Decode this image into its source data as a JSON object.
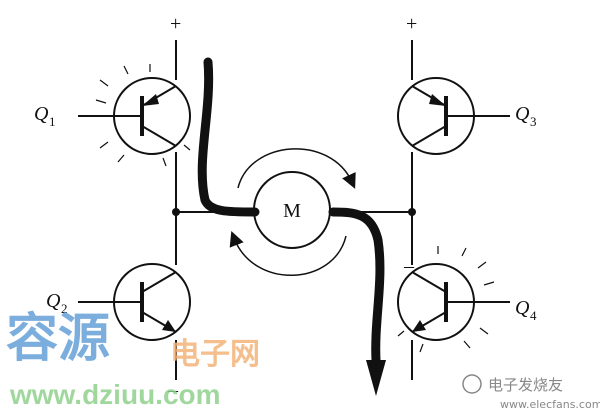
{
  "diagram": {
    "motor_label": "M",
    "supply_plus_left": "+",
    "supply_plus_right": "+",
    "supply_minus_left": "–",
    "supply_minus_right": "–",
    "transistors": [
      {
        "id": "q1",
        "letter": "Q",
        "sub": "1",
        "state": "on"
      },
      {
        "id": "q2",
        "letter": "Q",
        "sub": "2",
        "state": "off"
      },
      {
        "id": "q3",
        "letter": "Q",
        "sub": "3",
        "state": "off"
      },
      {
        "id": "q4",
        "letter": "Q",
        "sub": "4",
        "state": "on"
      }
    ]
  },
  "watermark": {
    "brand_cn_a": "容源",
    "brand_cn_b": "电子网",
    "url": "www.dziuu.com",
    "corner_text": "电子发烧友",
    "corner_url": "www.elecfans.com"
  },
  "colors": {
    "line": "#111111",
    "watermark_blue": "#5b9bd5",
    "watermark_orange": "#f3b37a",
    "watermark_green": "#8fd18c",
    "corner_gray": "#888888"
  }
}
